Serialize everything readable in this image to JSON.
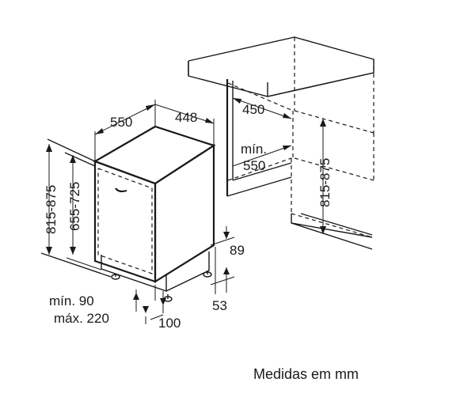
{
  "labels": {
    "depth_550": "550",
    "width_448": "448",
    "niche_450": "450",
    "min_label": "mín.",
    "min_550": "550",
    "height_815_875_left": "815-875",
    "height_655_725": "655-725",
    "height_815_875_right": "815-875",
    "dim_89": "89",
    "dim_53": "53",
    "min_90": "mín. 90",
    "max_220": "máx. 220",
    "dim_100": "100"
  },
  "caption": "Medidas em mm"
}
